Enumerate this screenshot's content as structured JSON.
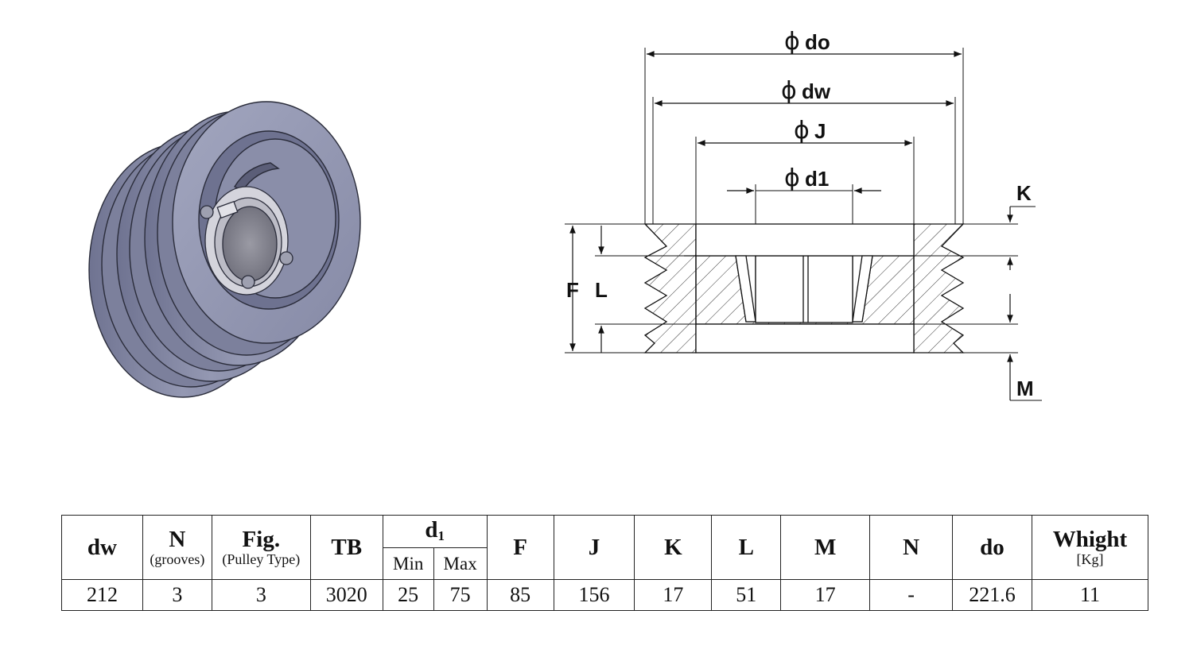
{
  "drawing": {
    "dimensions": {
      "do": "do",
      "dw": "dw",
      "J": "J",
      "d1": "d1",
      "K": "K",
      "F": "F",
      "L": "L",
      "M": "M"
    },
    "diameter_symbol": "ϕ"
  },
  "table": {
    "headers": {
      "dw": "dw",
      "N_grooves": "N",
      "N_grooves_sub": "(grooves)",
      "Fig": "Fig.",
      "Fig_sub": "(Pulley Type)",
      "TB": "TB",
      "d1": "d",
      "d1_sub": "1",
      "d1_min": "Min",
      "d1_max": "Max",
      "F": "F",
      "J": "J",
      "K": "K",
      "L": "L",
      "M": "M",
      "N": "N",
      "do": "do",
      "weight": "Whight",
      "weight_sub": "[Kg]"
    },
    "row": {
      "dw": "212",
      "N_grooves": "3",
      "Fig": "3",
      "TB": "3020",
      "d1_min": "25",
      "d1_max": "75",
      "F": "85",
      "J": "156",
      "K": "17",
      "L": "51",
      "M": "17",
      "N": "-",
      "do": "221.6",
      "weight": "11"
    }
  },
  "colors": {
    "pulley_face": "#8f93ac",
    "pulley_dark": "#6e7290",
    "pulley_light": "#a9adc4",
    "bore": "#7a7a86",
    "bushing": "#cfcfd6"
  }
}
